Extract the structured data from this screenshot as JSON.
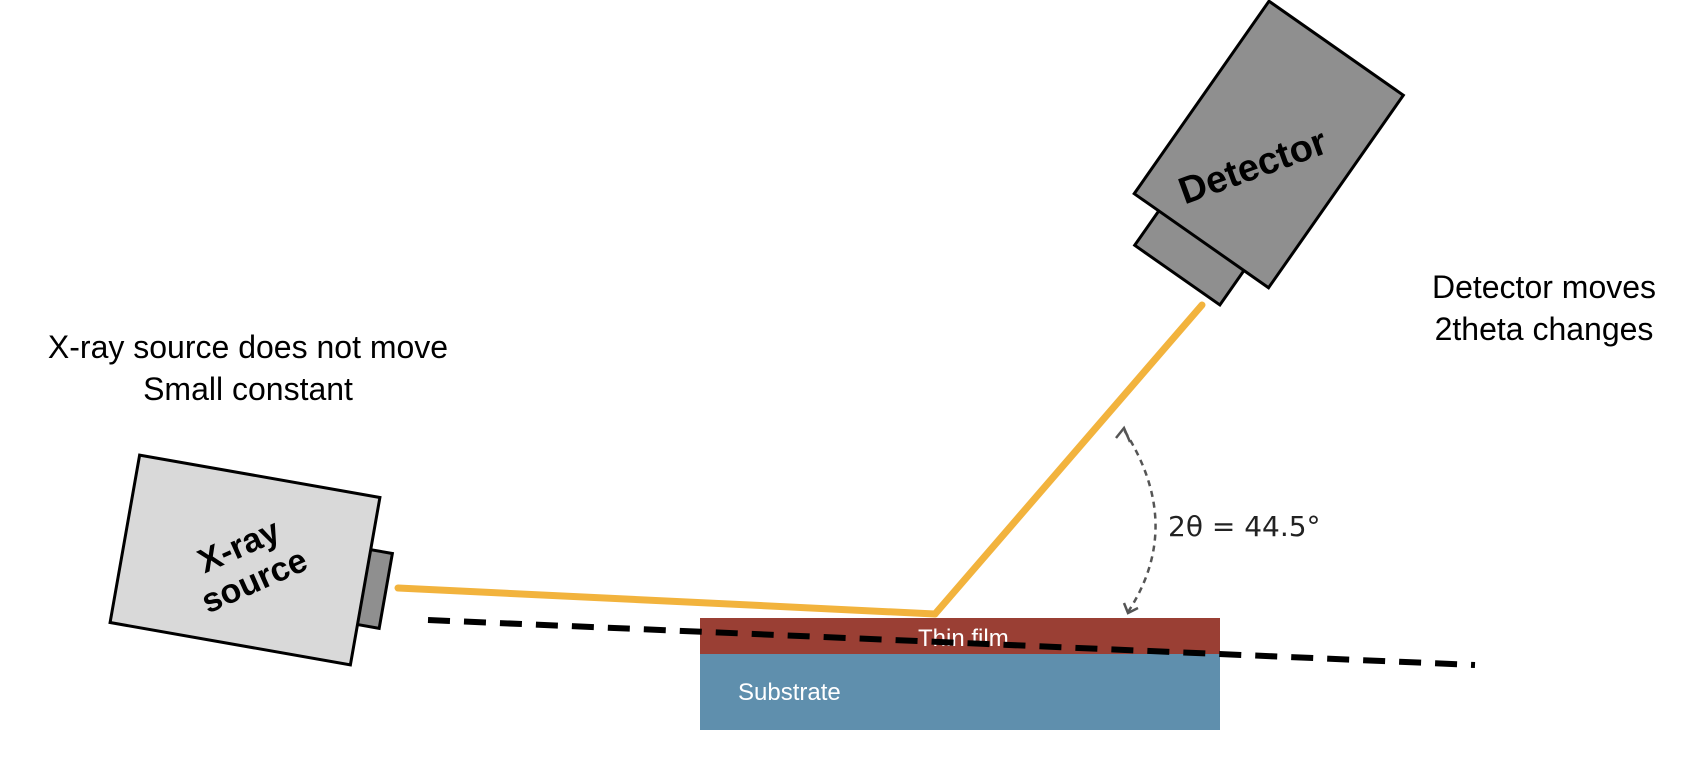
{
  "source": {
    "label_line1": "X-ray",
    "label_line2": "source",
    "note_line1": "X-ray source does not move",
    "note_line2": "Small constant"
  },
  "detector": {
    "label": "Detector",
    "note_line1": "Detector moves",
    "note_line2": "2theta changes"
  },
  "sample": {
    "film_label": "Thin film",
    "substrate_label": "Substrate"
  },
  "angle": {
    "label": "2θ = 44.5°"
  },
  "colors": {
    "beam": "#F2B33D",
    "film": "#9A3F34",
    "substrate": "#5F8FAD",
    "source_body": "#D9D9D9",
    "detector_body": "#8F8F8F",
    "window": "#8F8F8F"
  }
}
